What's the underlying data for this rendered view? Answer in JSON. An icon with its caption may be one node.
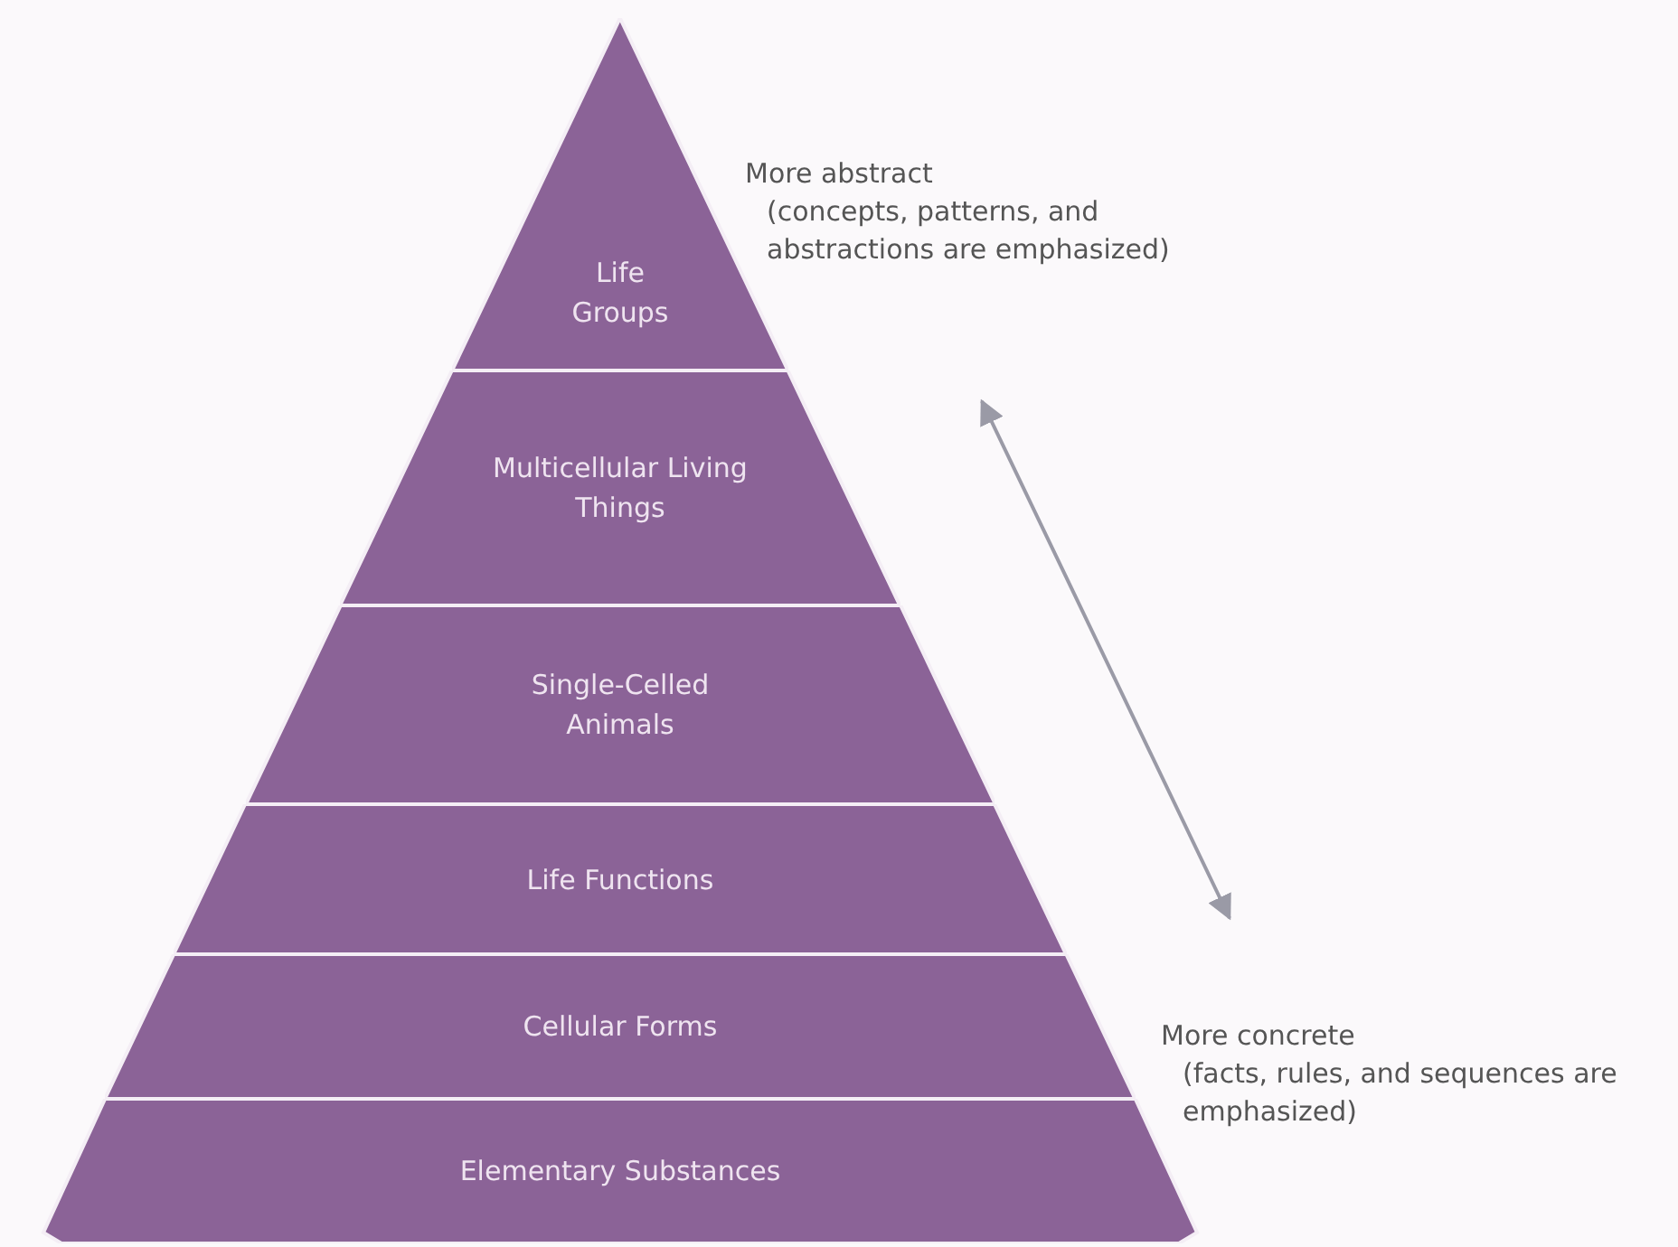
{
  "diagram": {
    "nodes": [
      {
        "text": [
          "Life Groups"
        ]
      },
      {
        "text": [
          "Multicellular Living Things"
        ]
      },
      {
        "text": [
          "Single-Celled Animals"
        ]
      },
      {
        "text": [
          "Life Functions"
        ]
      },
      {
        "text": [
          "Cellular Forms"
        ]
      },
      {
        "text": [
          "Elementary Substances"
        ]
      }
    ],
    "labels": [
      "More abstract",
      "(concepts, patterns, and abstractions are emphasized)",
      "More concrete",
      "(facts, rules, and sequences are emphasized)"
    ]
  }
}
